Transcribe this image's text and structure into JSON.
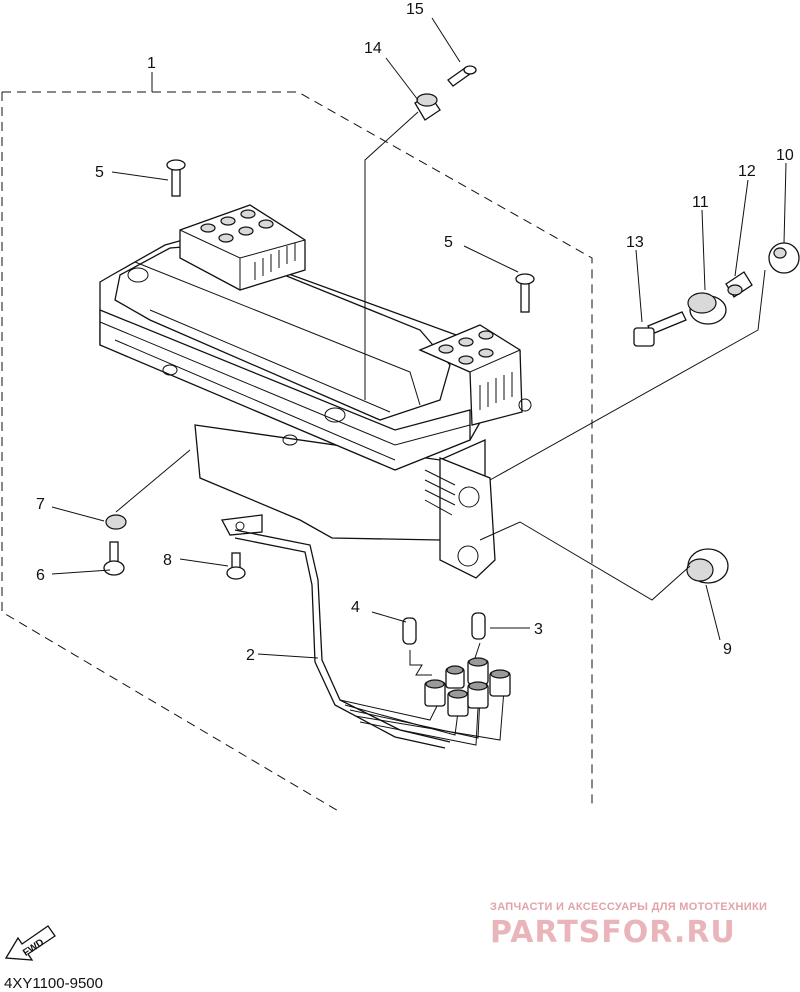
{
  "callouts": {
    "c1": "1",
    "c2": "2",
    "c3": "3",
    "c4": "4",
    "c5a": "5",
    "c5b": "5",
    "c6": "6",
    "c7": "7",
    "c8": "8",
    "c9": "9",
    "c10": "10",
    "c11": "11",
    "c12": "12",
    "c13": "13",
    "c14": "14",
    "c15": "15"
  },
  "fwd_label": "FWD",
  "drawing_code": "4XY1100-9500",
  "watermark": {
    "tagline": "ЗАПЧАСТИ И АКСЕССУАРЫ ДЛЯ МОТОТЕХНИКИ",
    "brand": "PARTSFOR.RU"
  }
}
